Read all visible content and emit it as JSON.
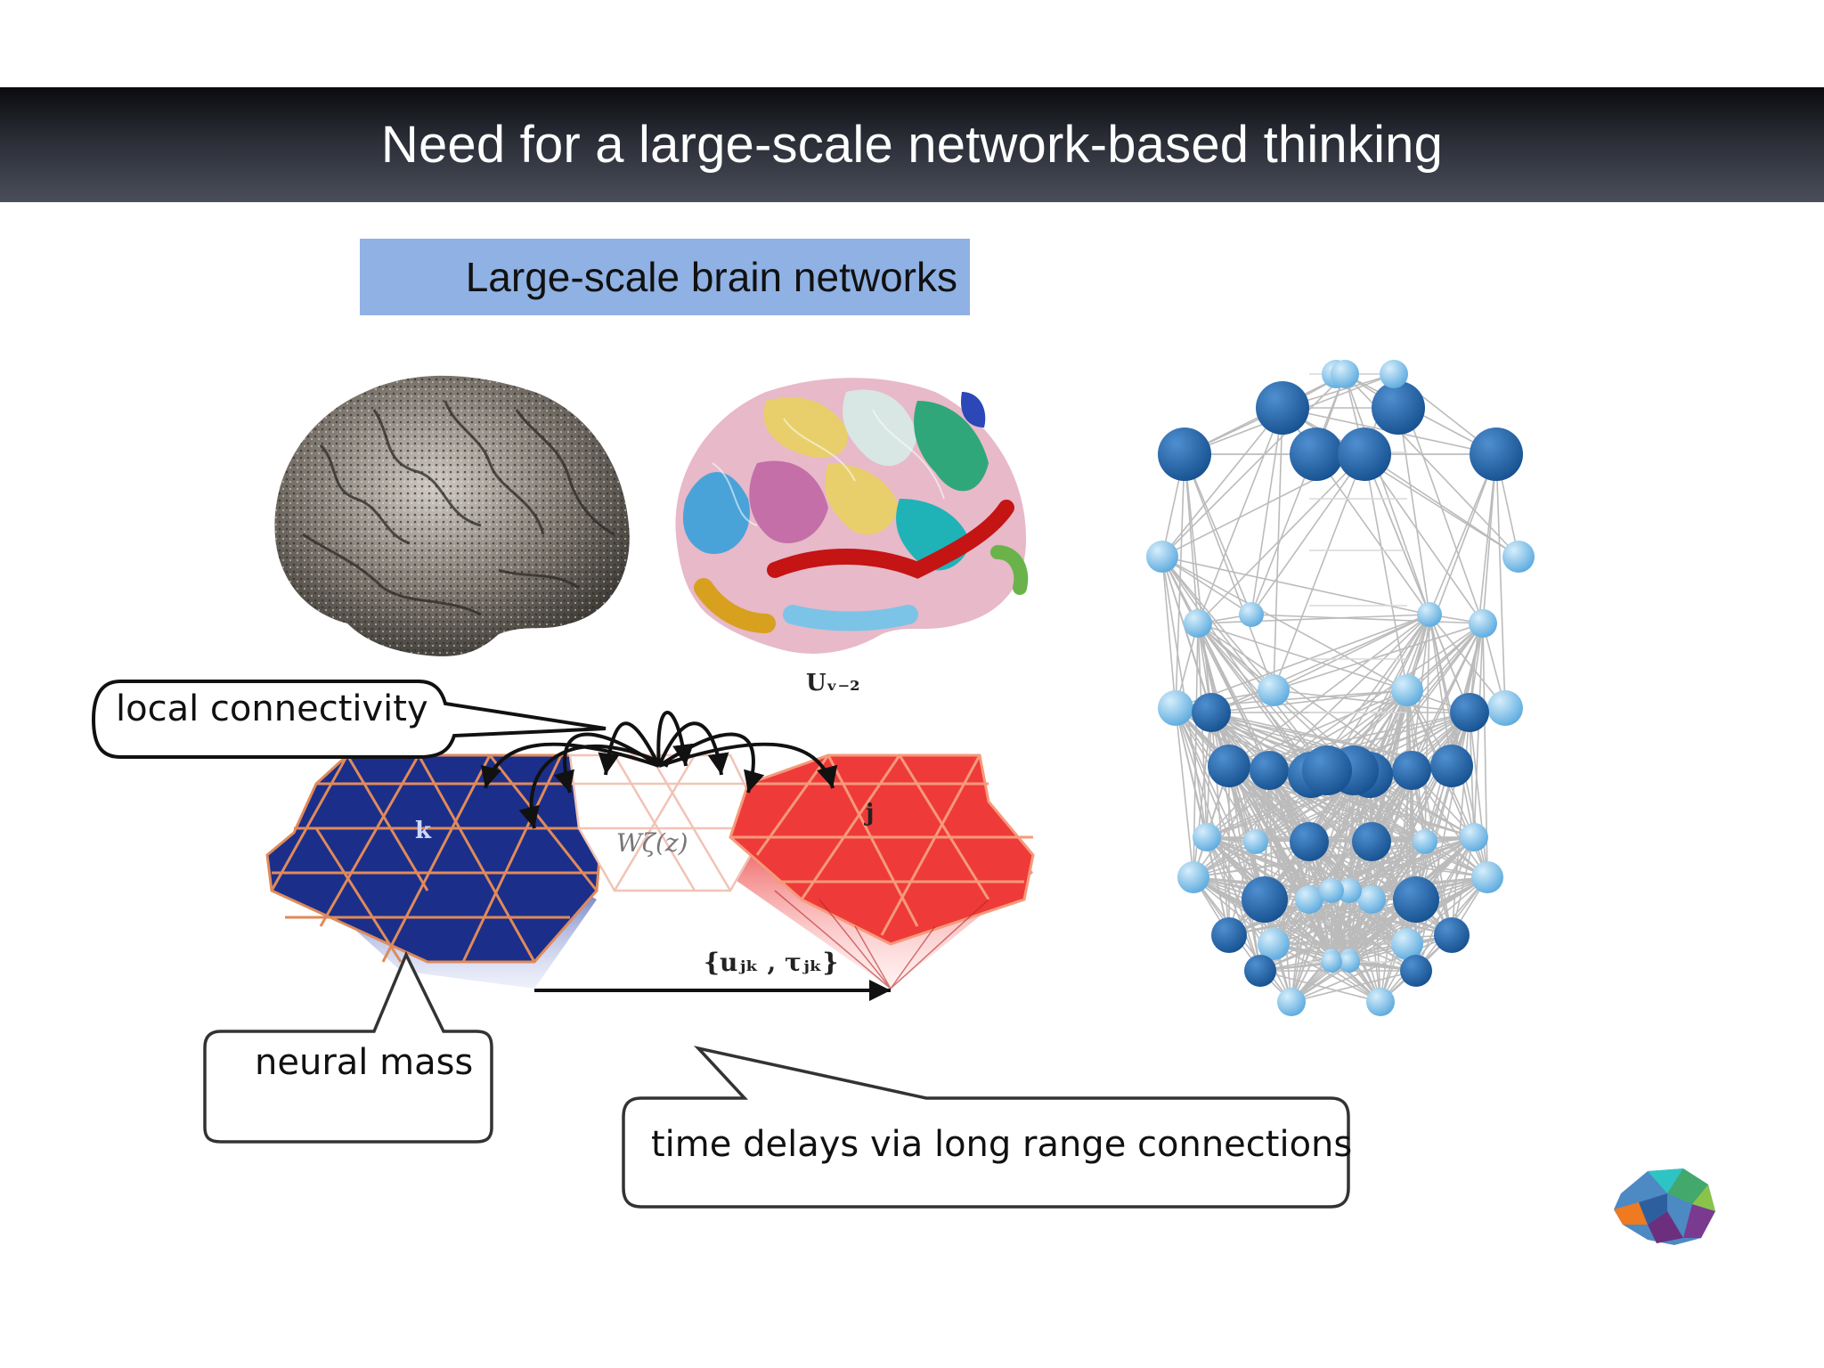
{
  "slide": {
    "title": "Need for a large-scale network-based thinking",
    "subtitle": "Large-scale brain networks"
  },
  "callouts": {
    "local_connectivity": "local connectivity",
    "neural_mass": "neural mass",
    "time_delays": "time delays via long range connections"
  },
  "math_labels": {
    "uv": "Uᵥ₋₂",
    "k": "k",
    "j": "j",
    "w": "Wζ(z)",
    "ujk": "{uⱼₖ , τⱼₖ}"
  },
  "icons": [
    "brain-surface-icon",
    "parcellated-brain-icon",
    "network-graph-icon",
    "brain-logo-icon"
  ],
  "colors": {
    "title_bar_dark": "#0b0b0e",
    "title_bar_light": "#4a4e5a",
    "subtitle_box": "#8fb1e3",
    "node_dark": "#1f5fa3",
    "node_light": "#7ec3ea",
    "mass_blue": "#1b2f8a",
    "mass_red": "#ef3a3a"
  }
}
